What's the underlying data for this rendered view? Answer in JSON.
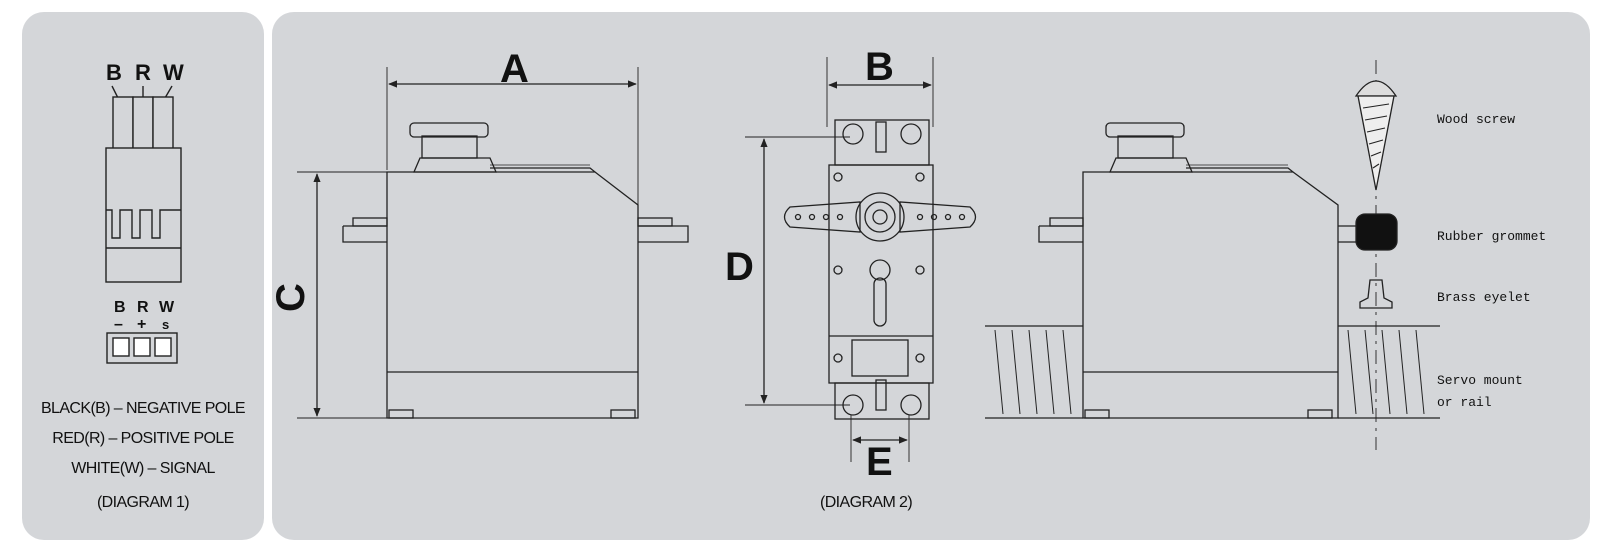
{
  "diagram1": {
    "wire_labels": [
      "B",
      "R",
      "W"
    ],
    "pin_letters": [
      "B",
      "R",
      "W"
    ],
    "pin_polarity": [
      "–",
      "+",
      "s"
    ],
    "legend": [
      "BLACK(B) – NEGATIVE POLE",
      "RED(R) – POSITIVE POLE",
      "WHITE(W) – SIGNAL"
    ],
    "caption": "(DIAGRAM 1)"
  },
  "diagram2": {
    "dimensions": {
      "a": "A",
      "b": "B",
      "c": "C",
      "d": "D",
      "e": "E"
    },
    "caption": "(DIAGRAM 2)"
  },
  "mounting": {
    "wood_screw": "Wood screw",
    "rubber_grommet": "Rubber grommet",
    "brass_eyelet": "Brass eyelet",
    "servo_mount": "Servo mount\nor rail"
  }
}
